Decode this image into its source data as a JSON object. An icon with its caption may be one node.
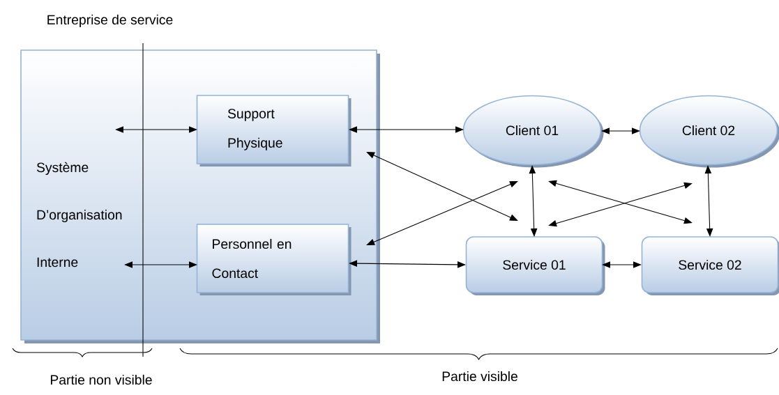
{
  "diagram": {
    "nodes": [
      {
        "text": [
          "Entreprise de service"
        ]
      },
      {
        "text": [
          "Système D’organisation Interne"
        ],
        "in": 0
      },
      {
        "text": [
          "Support Physique"
        ],
        "in": 0
      },
      {
        "text": [
          "Personnel en Contact"
        ],
        "in": 0
      },
      {
        "text": [
          "Client 01"
        ]
      },
      {
        "text": [
          "Client 02"
        ]
      },
      {
        "text": [
          "Service 01"
        ]
      },
      {
        "text": [
          "Service 02"
        ]
      }
    ],
    "edges": [
      {
        "from": 1,
        "to": 2,
        "arrow": "both"
      },
      {
        "from": 1,
        "to": 3,
        "arrow": "both"
      },
      {
        "from": 2,
        "to": 4,
        "arrow": "both"
      },
      {
        "from": 3,
        "to": 6,
        "arrow": "both"
      },
      {
        "from": 4,
        "to": 5,
        "arrow": "both"
      },
      {
        "from": 6,
        "to": 7,
        "arrow": "both"
      },
      {
        "from": 4,
        "to": 6,
        "arrow": "both"
      },
      {
        "from": 5,
        "to": 7,
        "arrow": "both"
      },
      {
        "from": 2,
        "to": 6,
        "arrow": "both"
      },
      {
        "from": 3,
        "to": 4,
        "arrow": "both"
      },
      {
        "from": 4,
        "to": 7,
        "arrow": "both"
      },
      {
        "from": 5,
        "to": 6,
        "arrow": "both"
      }
    ],
    "labels": [
      "Partie non visible",
      "Partie visible"
    ]
  }
}
